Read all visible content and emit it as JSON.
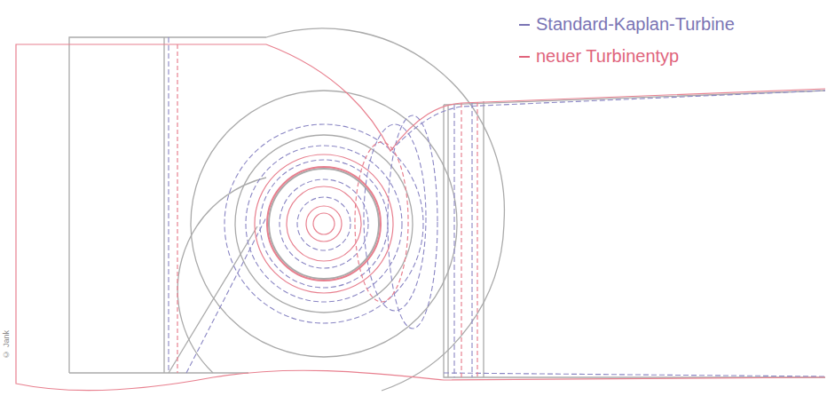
{
  "diagram": {
    "labels": [
      "© Jank"
    ],
    "legend": [
      {
        "text": "Standard-Kaplan-Turbine",
        "color": "#7a74b4"
      },
      {
        "text": "neuer Turbinentyp",
        "color": "#e0647c"
      }
    ]
  }
}
